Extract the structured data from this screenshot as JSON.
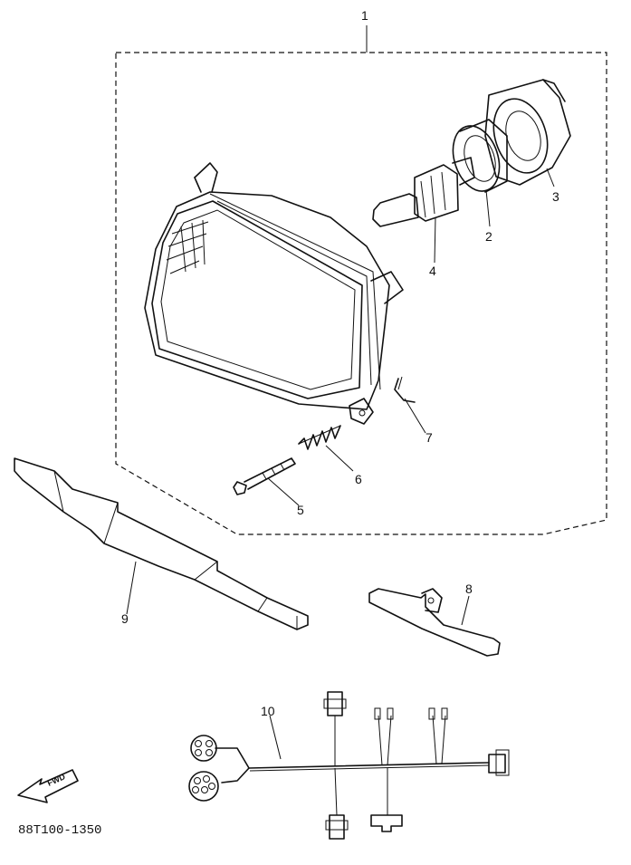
{
  "diagram": {
    "drawing_code": "88T100-1350",
    "fwd_label": "FWD",
    "callouts": {
      "c1": "1",
      "c2": "2",
      "c3": "3",
      "c4": "4",
      "c5": "5",
      "c6": "6",
      "c7": "7",
      "c8": "8",
      "c9": "9",
      "c10": "10"
    }
  }
}
